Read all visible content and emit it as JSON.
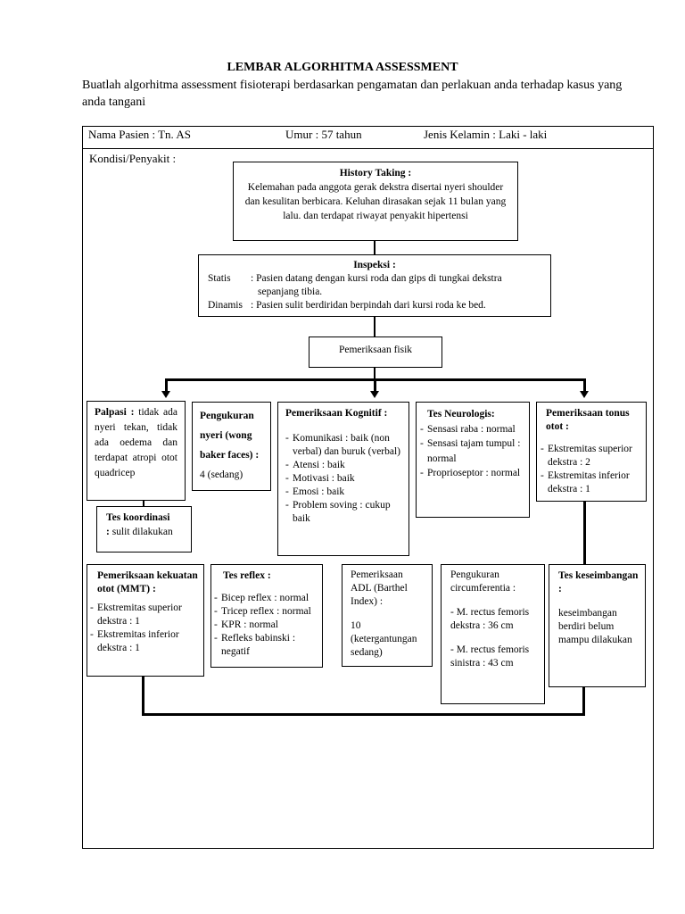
{
  "title": "LEMBAR ALGORHITMA ASSESSMENT",
  "instruction": "Buatlah algorhitma assessment fisioterapi berdasarkan pengamatan dan perlakuan anda terhadap kasus yang anda tangani",
  "header": {
    "nama": "Nama Pasien : Tn. AS",
    "umur": "Umur : 57 tahun",
    "jenis_kelamin": "Jenis Kelamin : Laki - laki",
    "kondisi": "Kondisi/Penyakit :"
  },
  "history": {
    "title": "History Taking :",
    "text": "Kelemahan pada anggota gerak dekstra disertai nyeri shoulder dan kesulitan berbicara. Keluhan dirasakan sejak 11 bulan yang lalu. dan terdapat riwayat penyakit hipertensi"
  },
  "inspeksi": {
    "title": "Inspeksi :",
    "statis_label": "Statis",
    "statis_text": ": Pasien datang dengan kursi roda dan gips di tungkai dekstra sepanjang tibia.",
    "dinamis_label": "Dinamis",
    "dinamis_text": ": Pasien sulit berdiridan berpindah dari kursi roda ke bed."
  },
  "pemeriksaan_fisik": "Pemeriksaan fisik",
  "palpasi": {
    "label": "Palpasi :",
    "text": "tidak ada nyeri tekan, tidak ada oedema dan terdapat atropi otot quadricep"
  },
  "nyeri": {
    "label": "Pengukuran nyeri (wong baker faces)",
    "colon": ":",
    "value": "4 (sedang)"
  },
  "kognitif": {
    "title": "Pemeriksaan Kognitif :",
    "items": [
      "Komunikasi : baik (non verbal) dan buruk (verbal)",
      "Atensi : baik",
      "Motivasi : baik",
      "Emosi : baik",
      "Problem soving : cukup baik"
    ]
  },
  "neurologis": {
    "title": "Tes Neurologis:",
    "items": [
      "Sensasi raba : normal",
      "Sensasi tajam tumpul : normal",
      "Proprioseptor : normal"
    ]
  },
  "tonus": {
    "title": "Pemeriksaan tonus otot :",
    "items": [
      "Ekstremitas superior dekstra : 2",
      "Ekstremitas inferior dekstra : 1"
    ]
  },
  "koordinasi": {
    "label": "Tes koordinasi",
    "colon": ":",
    "value": "sulit dilakukan"
  },
  "mmt": {
    "title": "Pemeriksaan kekuatan otot (MMT) :",
    "items": [
      "Ekstremitas superior dekstra : 1",
      "Ekstremitas inferior dekstra : 1"
    ]
  },
  "reflex": {
    "title": "Tes reflex :",
    "items": [
      "Bicep reflex : normal",
      "Tricep reflex : normal",
      "KPR : normal",
      "Refleks babinski : negatif"
    ]
  },
  "adl": {
    "title": "Pemeriksaan ADL (Barthel Index) :",
    "value": "10 (ketergantungan sedang)"
  },
  "circum": {
    "title": "Pengukuran circumferentia :",
    "items": [
      "- M. rectus femoris dekstra : 36 cm",
      "- M. rectus femoris sinistra : 43 cm"
    ]
  },
  "keseimbangan": {
    "title": "Tes keseimbangan :",
    "text": "keseimbangan berdiri belum mampu dilakukan"
  }
}
